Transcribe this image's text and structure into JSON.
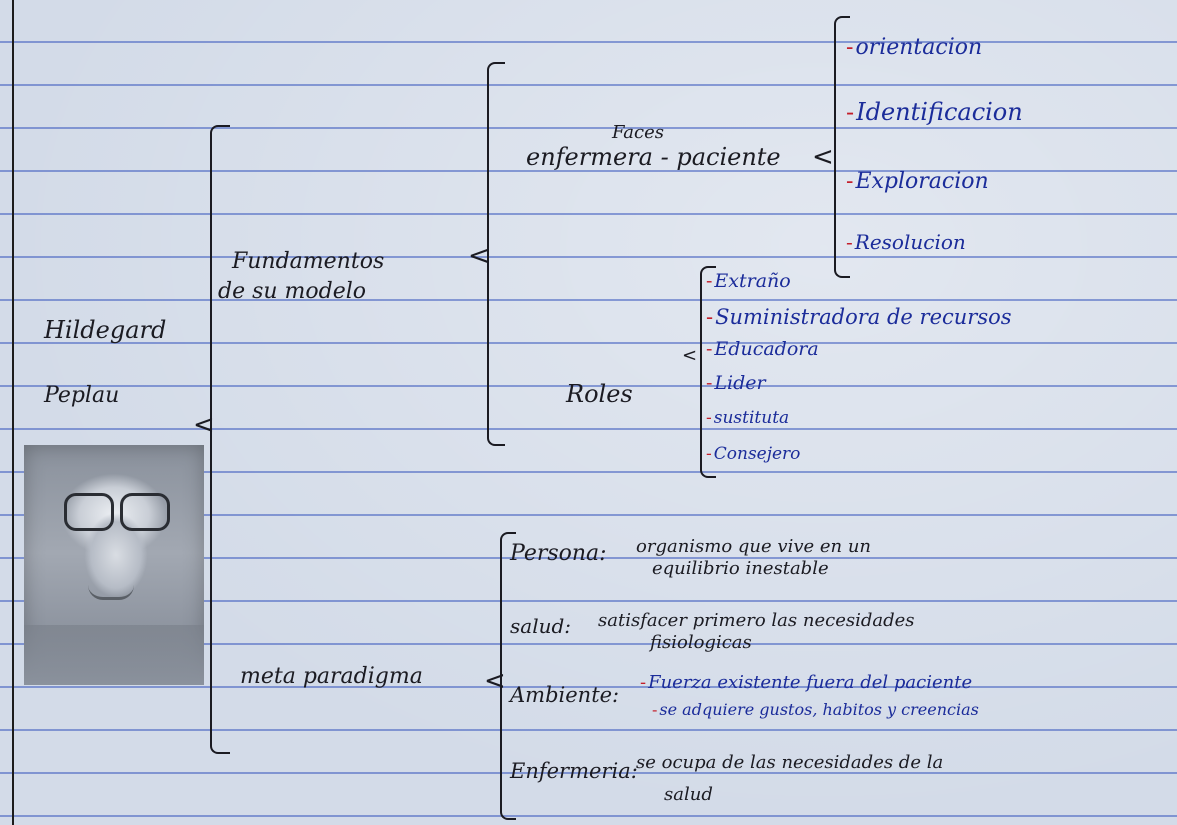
{
  "root": {
    "name_line1": "Hildegard",
    "name_line2": "Peplau"
  },
  "fundamentos": {
    "label_line1": "Fundamentos",
    "label_line2": "de su modelo",
    "fases": {
      "label_top": "Faces",
      "label_main": "enfermera - paciente",
      "items": [
        "orientacion",
        "Identificacion",
        "Exploracion",
        "Resolucion"
      ]
    },
    "roles": {
      "label": "Roles",
      "items": [
        "Extraño",
        "Suministradora de recursos",
        "Educadora",
        "Lider",
        "sustituta",
        "Consejero"
      ]
    }
  },
  "metaparadigma": {
    "label": "meta paradigma",
    "persona": {
      "term": "Persona:",
      "line1": "organismo que vive en un",
      "line2": "equilibrio inestable"
    },
    "salud": {
      "term": "salud:",
      "line1": "satisfacer primero las necesidades",
      "line2": "fisiologicas"
    },
    "ambiente": {
      "term": "Ambiente:",
      "line1": "Fuerza existente fuera del paciente",
      "line2": "se adquiere gustos, habitos y creencias"
    },
    "enfermeria": {
      "term": "Enfermeria:",
      "line1": "se ocupa de las necesidades de la",
      "line2": "salud"
    }
  },
  "colors": {
    "ink_black": "#1b1b22",
    "ink_blue": "#1b2c9a",
    "bullet_red": "#c41e2a",
    "rule_blue": "#3c5abe",
    "paper": "#d3dbe8"
  }
}
